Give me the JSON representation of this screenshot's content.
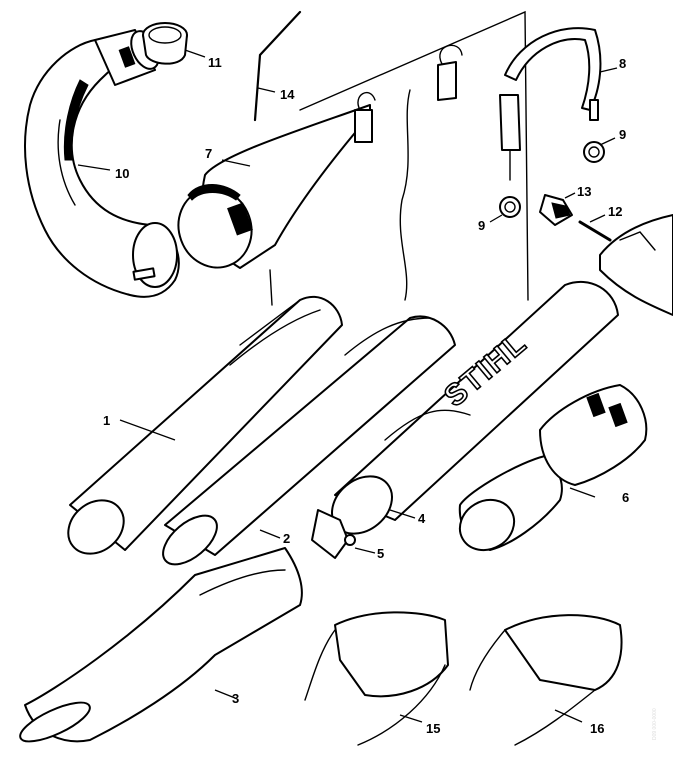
{
  "diagram": {
    "brand_text": "STIHL",
    "watermark": "D09 000-0000",
    "callouts": [
      "1",
      "2",
      "3",
      "4",
      "5",
      "6",
      "7",
      "8",
      "9",
      "9",
      "10",
      "11",
      "12",
      "13",
      "14",
      "15",
      "16"
    ],
    "colors": {
      "line": "#000000",
      "background": "#ffffff"
    }
  }
}
